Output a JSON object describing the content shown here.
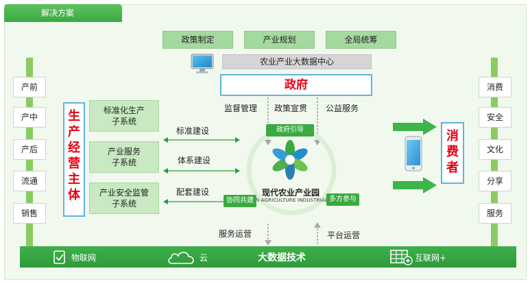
{
  "header": {
    "title": "解决方案"
  },
  "top_actions": [
    {
      "label": "政策制定"
    },
    {
      "label": "产业规划"
    },
    {
      "label": "全局统筹"
    }
  ],
  "data_center": {
    "label": "农业产业大数据中心"
  },
  "government": {
    "label": "政府"
  },
  "gov_functions": {
    "supervision": "监督管理",
    "policy": "政策宣贯",
    "public_service": "公益服务"
  },
  "left_stages": [
    "产前",
    "产中",
    "产后",
    "流通",
    "销售"
  ],
  "producer": {
    "label": "生产经营主体"
  },
  "subsystems": [
    {
      "line1": "标准化生产",
      "line2": "子系统"
    },
    {
      "line1": "产业服务",
      "line2": "子系统"
    },
    {
      "line1": "产业安全监管",
      "line2": "子系统"
    }
  ],
  "builds": [
    "标准建设",
    "体系建设",
    "配套建设"
  ],
  "park": {
    "guide": "政府引导",
    "name": "现代农业产业园",
    "english": "ERN AGRICULTURE INDUSTRIAL P",
    "co_build": "协同共建",
    "multi_party": "多方参与"
  },
  "operations": {
    "service": "服务运营",
    "platform": "平台运营"
  },
  "consumer": {
    "label": "消费者"
  },
  "right_items": [
    "消费",
    "安全",
    "文化",
    "分享",
    "服务"
  ],
  "bottom_bar": {
    "iot": "物联网",
    "cloud": "云",
    "big_data": "大数据技术",
    "internet": "互联网+"
  },
  "colors": {
    "accent_green": "#3aa940",
    "gov_red": "#e60012",
    "border_blue": "#5fb3e0",
    "pillar_green": "#8acc63"
  }
}
